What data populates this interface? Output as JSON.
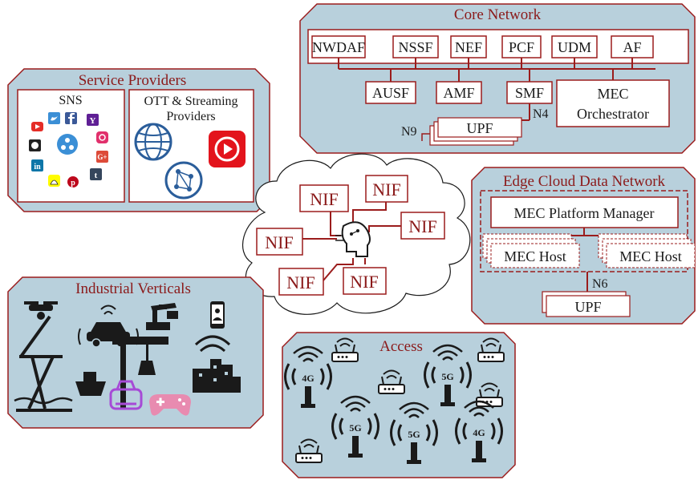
{
  "core": {
    "title": "Core Network",
    "top_functions": [
      "NWDAF",
      "NSSF",
      "NEF",
      "PCF",
      "UDM",
      "AF"
    ],
    "ausf": "AUSF",
    "amf": "AMF",
    "smf": "SMF",
    "mec_orchestrator": [
      "MEC",
      "Orchestrator"
    ],
    "upf": "UPF",
    "n4": "N4",
    "n9": "N9"
  },
  "service_providers": {
    "title": "Service Providers",
    "sns": "SNS",
    "ott": [
      "OTT & Streaming",
      "Providers"
    ]
  },
  "nif": {
    "label": "NIF"
  },
  "edge": {
    "title": "Edge Cloud Data Network",
    "platform_manager": "MEC Platform Manager",
    "host": "MEC Host",
    "n6": "N6",
    "upf": "UPF"
  },
  "industrial": {
    "title": "Industrial Verticals"
  },
  "access": {
    "title": "Access",
    "tower_labels": [
      "4G",
      "5G",
      "5G",
      "5G",
      "4G"
    ]
  },
  "colors": {
    "panel_fill": "#b8d0dc",
    "border": "#9b1c1c",
    "text_red": "#8b1a1a",
    "icon": "#1a1a1a"
  },
  "icons": [
    "youtube-icon",
    "twitter-icon",
    "facebook-icon",
    "yahoo-icon",
    "github-icon",
    "share-icon",
    "instagram-icon",
    "linkedin-icon",
    "google-plus-icon",
    "snapchat-icon",
    "pinterest-icon",
    "tumblr-icon",
    "network-globe-icon",
    "streaming-play-icon",
    "drone-icon",
    "crane-icon",
    "car-icon",
    "robot-arm-icon",
    "phone-user-icon",
    "ship-icon",
    "harbor-crane-icon",
    "vr-headset-icon",
    "gamepad-icon",
    "smart-city-icon",
    "ai-brain-icon",
    "router-icon",
    "cell-tower-icon"
  ]
}
